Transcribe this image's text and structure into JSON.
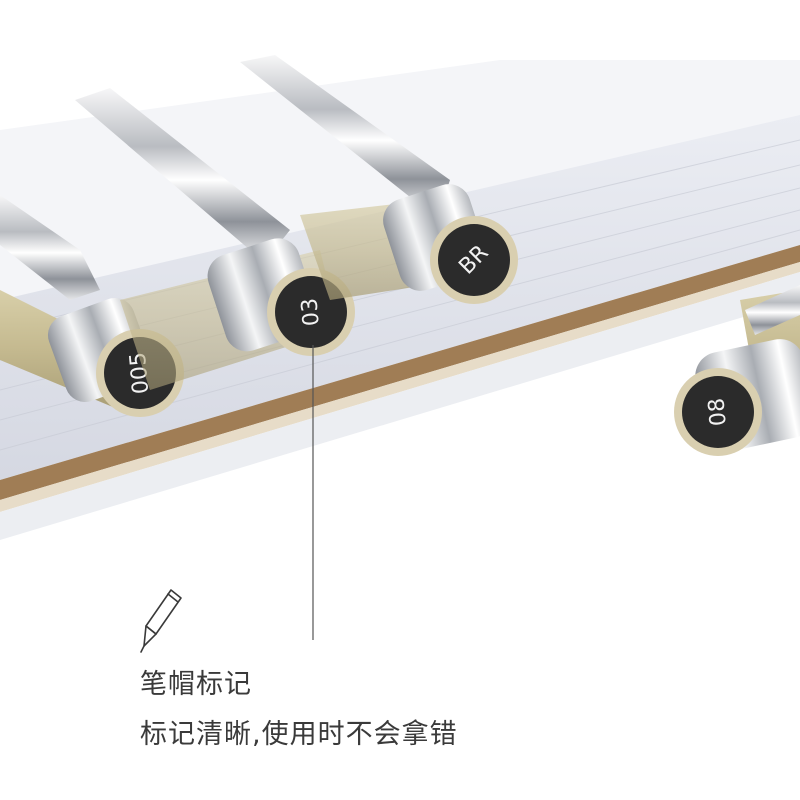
{
  "caps": [
    {
      "label": "005"
    },
    {
      "label": "03"
    },
    {
      "label": "BR"
    },
    {
      "label": "08"
    }
  ],
  "caption": {
    "title": "笔帽标记",
    "description": "标记清晰,使用时不会拿错"
  },
  "icons": {
    "pen": "pen-icon"
  },
  "colors": {
    "cap_face": "#2b2b2b",
    "cap_ring": "#d9cfb0",
    "chrome": "#c7c9cc",
    "text": "#3a3a3a"
  }
}
